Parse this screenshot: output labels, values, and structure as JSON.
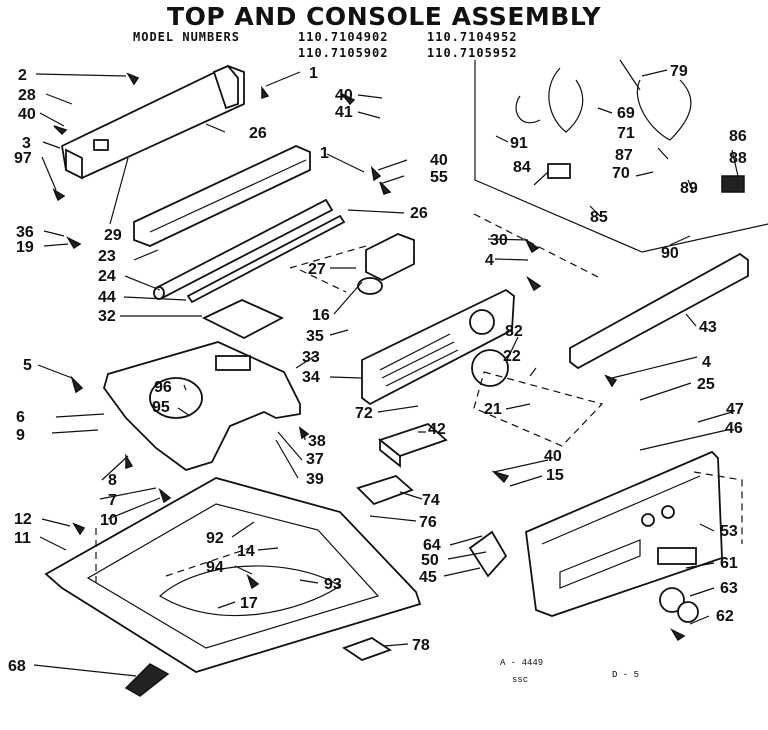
{
  "title": "TOP AND CONSOLE ASSEMBLY",
  "model_header": "MODEL NUMBERS",
  "models": [
    "110.7104902",
    "110.7104952",
    "110.7105902",
    "110.7105952"
  ],
  "footer": {
    "drawing_id": "A - 4449",
    "page_ref": "D - 5",
    "mark": "ssc"
  },
  "callouts": [
    "1",
    "2",
    "28",
    "40",
    "3",
    "97",
    "26",
    "29",
    "36",
    "19",
    "1",
    "40",
    "41",
    "26",
    "40",
    "55",
    "23",
    "24",
    "44",
    "32",
    "27",
    "16",
    "35",
    "30",
    "4",
    "79",
    "69",
    "71",
    "91",
    "84",
    "87",
    "70",
    "89",
    "86",
    "88",
    "85",
    "90",
    "43",
    "82",
    "22",
    "33",
    "34",
    "5",
    "96",
    "95",
    "6",
    "9",
    "72",
    "38",
    "37",
    "39",
    "21",
    "42",
    "4",
    "25",
    "47",
    "46",
    "40",
    "15",
    "8",
    "7",
    "10",
    "74",
    "76",
    "12",
    "11",
    "92",
    "14",
    "94",
    "93",
    "17",
    "64",
    "50",
    "45",
    "53",
    "61",
    "63",
    "62",
    "78",
    "68"
  ]
}
